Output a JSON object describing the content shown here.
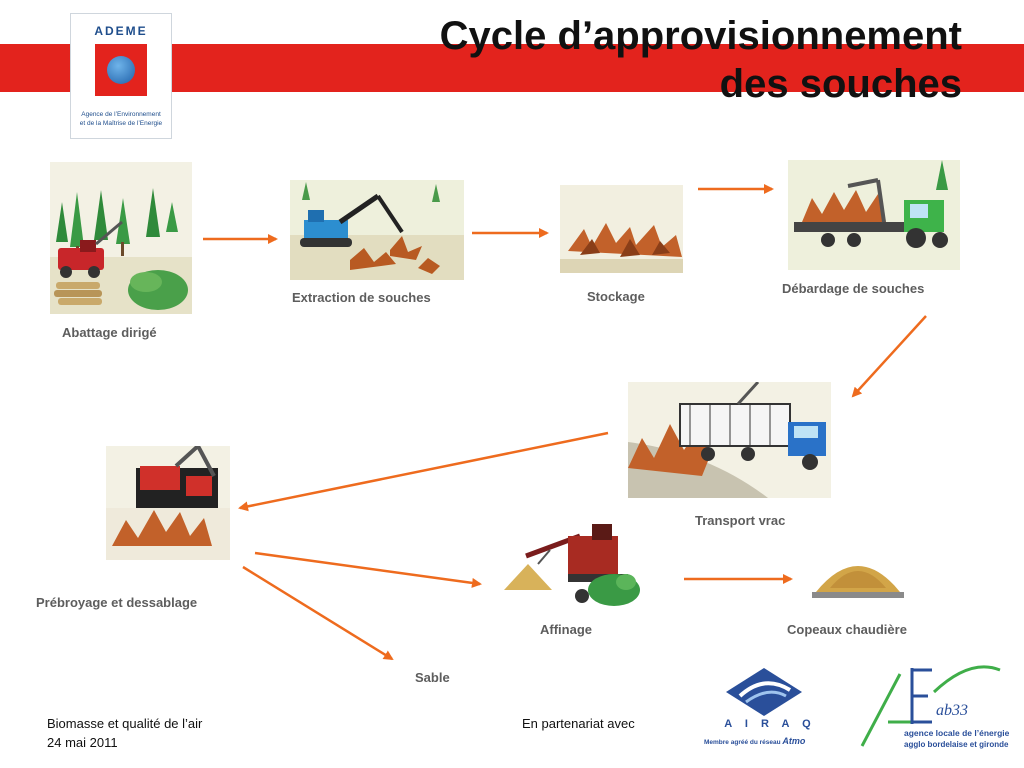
{
  "header": {
    "title_line1": "Cycle d’approvisionnement",
    "title_line2": "des souches",
    "logo": {
      "name": "ADEME",
      "subtitle_line1": "Agence de l’Environnement",
      "subtitle_line2": "et de la Maîtrise de l’Energie"
    }
  },
  "steps": {
    "abattage": "Abattage dirigé",
    "extraction": "Extraction de souches",
    "stockage": "Stockage",
    "debardage": "Débardage de souches",
    "transport": "Transport vrac",
    "prebroyage": "Prébroyage et dessablage",
    "affinage": "Affinage",
    "copeaux": "Copeaux chaudière",
    "sable": "Sable"
  },
  "footer": {
    "line1": "Biomasse et qualité de l’air",
    "line2": "24 mai 2011",
    "partner": "En partenariat avec"
  },
  "partners": {
    "airaq": {
      "letters": "A I R A Q",
      "tagline": "Membre agréé du réseau",
      "network": "Atmo"
    },
    "ale": {
      "mark": "ab33",
      "line1": "agence locale de l’énergie",
      "line2": "agglo bordelaise et gironde"
    }
  },
  "colors": {
    "band": "#e3231d",
    "arrow": "#ee6b1e",
    "label": "#5d5d5d",
    "logo_blue": "#1f4e8c"
  },
  "icons": [
    "forest-felling-illustration",
    "excavator-illustration",
    "stump-pile-illustration",
    "forwarder-tractor-illustration",
    "truck-illustration",
    "shredder-illustration",
    "grinder-illustration",
    "chip-pile-illustration"
  ]
}
